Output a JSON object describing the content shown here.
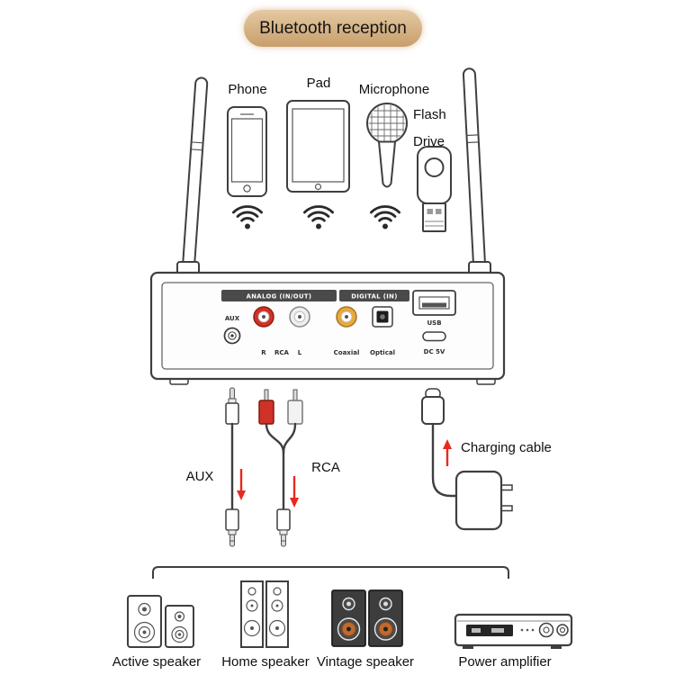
{
  "title": "Bluetooth reception",
  "sources": {
    "phone": "Phone",
    "pad": "Pad",
    "microphone": "Microphone",
    "flash_line1": "Flash",
    "flash_line2": "Drive"
  },
  "rear_panel": {
    "analog_header": "ANALOG (IN/OUT)",
    "digital_header": "DIGITAL (IN)",
    "aux": "AUX",
    "rca_r": "R",
    "rca_label": "RCA",
    "rca_l": "L",
    "coaxial": "Coaxial",
    "optical": "Optical",
    "usb": "USB",
    "dc5v": "DC 5V"
  },
  "cables": {
    "aux": "AUX",
    "rca": "RCA",
    "charging": "Charging cable"
  },
  "outputs": {
    "active_speaker": "Active speaker",
    "home_speaker": "Home speaker",
    "vintage_speaker": "Vintage speaker",
    "power_amplifier": "Power amplifier"
  },
  "colors": {
    "badge_top": "#e4c9a2",
    "badge_bottom": "#c89e6b",
    "outline": "#3f3f3f",
    "panel_strip": "#4a4a4a",
    "rca_red": "#cf3227",
    "rca_white": "#efefef",
    "coaxial_yellow": "#e7a93d",
    "arrow_red": "#e8291c"
  }
}
